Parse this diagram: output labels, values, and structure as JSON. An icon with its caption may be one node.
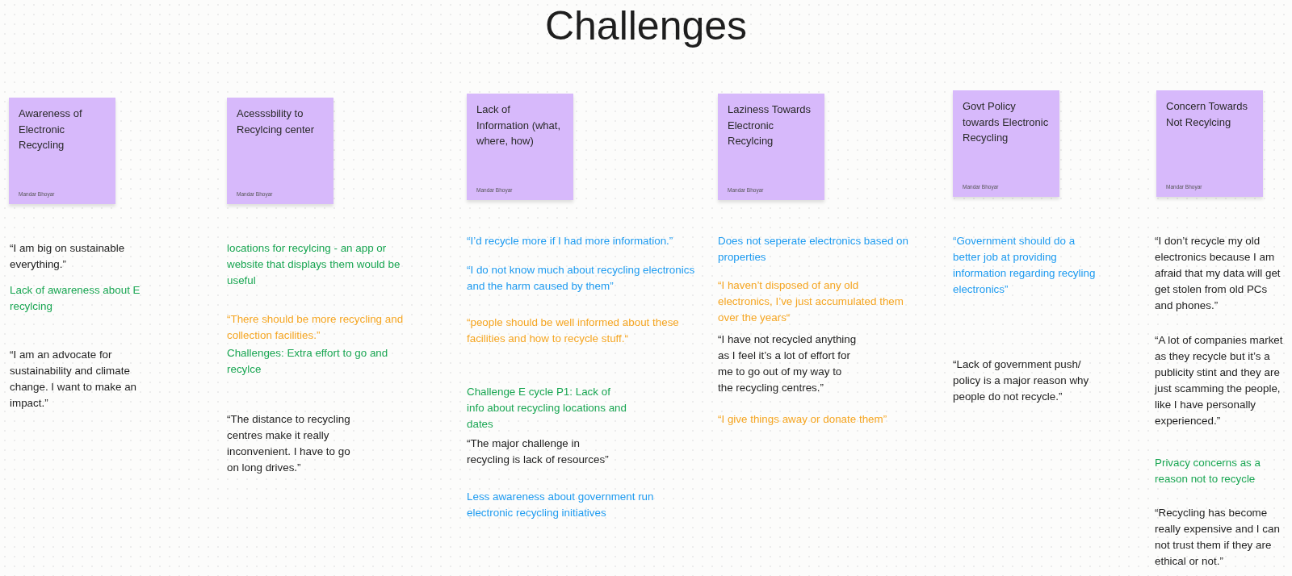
{
  "diagram": {
    "title": "Challenges",
    "nodes": [
      {
        "text": [
          "Awareness of Electronic Recycling",
          "Mandar Bhoyar"
        ]
      },
      {
        "text": [
          "Acesssbility to Recylcing center",
          "Mandar Bhoyar"
        ]
      },
      {
        "text": [
          "Lack of Information (what, where, how)",
          "Mandar Bhoyar"
        ]
      },
      {
        "text": [
          "Laziness Towards Electronic Recylcing",
          "Mandar Bhoyar"
        ]
      },
      {
        "text": [
          "Govt Policy towards Electronic Recycling",
          "Mandar Bhoyar"
        ]
      },
      {
        "text": [
          "Concern Towards Not Recylcing",
          "Mandar Bhoyar"
        ]
      }
    ],
    "labels": [
      "“I am big on sustainable everything.”",
      "Lack of awareness about E recylcing",
      "“I am an advocate for sustainability and climate change. I want to make an impact.”",
      "locations for recylcing - an app or website that displays them would be useful",
      "“There should be more recycling and collection facilities.”",
      "Challenges: Extra effort to go and recylce",
      "“The distance to recycling centres make it really inconvenient. I have to go on long drives.”",
      "“I’d recycle more if I had more information.”",
      "“I do not know much about recycling electronics and the harm caused by them”",
      "“people should be well informed about these facilities and how to recycle stuff.“",
      "Challenge E cycle P1: Lack of info about recycling locations and dates",
      "“The major challenge in recycling is lack of resources”",
      "Less awareness about government run electronic recycling initiatives",
      "Does not seperate electronics based on properties",
      "“I haven’t disposed of any old electronics, I’ve just accumulated them over the years“",
      "“I have not recycled anything as I feel it’s a lot of effort for me to go out of my way to the recycling centres.”",
      "“I give things away or donate them”",
      "“Government should do a better job at providing information regarding recyling electronics”",
      "“Lack of government push/ policy is a major reason why people do not recycle.”",
      "“I don’t recycle my old electronics because I am afraid that my data will get get stolen from old PCs and phones.”",
      "“A lot of companies market as they recycle but it’s a publicity stint and they are just scamming the people, like I have personally experienced.”",
      "Privacy concerns as a reason not to recycle",
      "“Recycling has become really expensive and I can not trust them if they are ethical or not.”"
    ]
  }
}
